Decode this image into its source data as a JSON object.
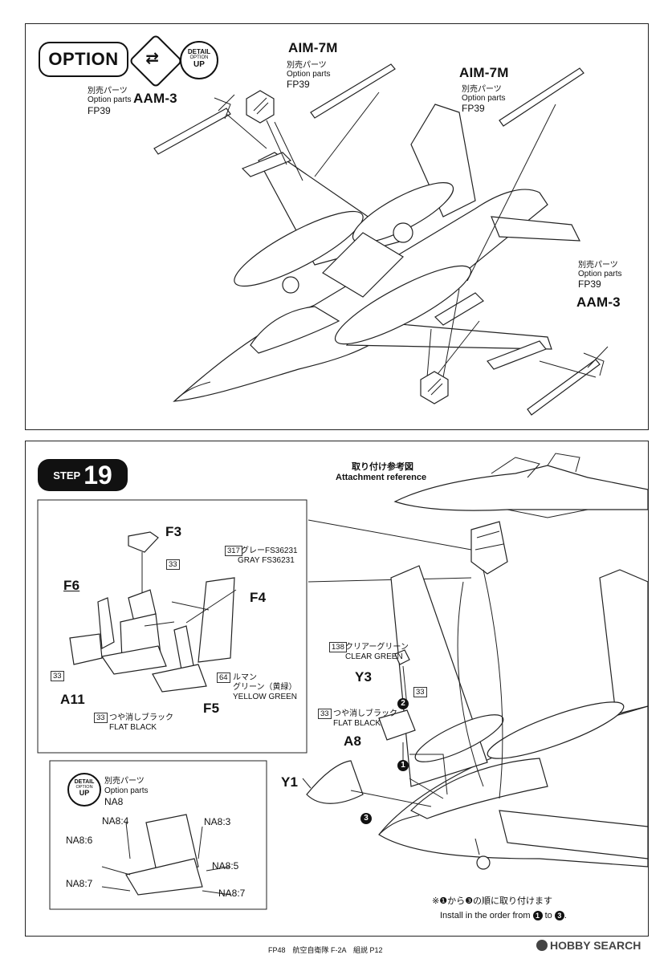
{
  "option_section": {
    "title": "OPTION",
    "detail_up_badge": {
      "top": "DETAIL",
      "mid": "OPTION",
      "bottom": "UP"
    },
    "callouts": [
      {
        "name": "AIM-7M",
        "jp": "別売パーツ",
        "en": "Option parts",
        "code": "FP39"
      },
      {
        "name": "AIM-7M",
        "jp": "別売パーツ",
        "en": "Option parts",
        "code": "FP39"
      },
      {
        "name": "AAM-3",
        "jp": "別売パーツ",
        "en": "Option parts",
        "code": "FP39"
      },
      {
        "name": "AAM-3",
        "jp": "別売パーツ",
        "en": "Option parts",
        "code": "FP39"
      }
    ]
  },
  "step_section": {
    "step_label": "STEP",
    "step_number": "19",
    "reference_jp": "取り付け参考図",
    "reference_en": "Attachment reference",
    "parts": {
      "f3": "F3",
      "f6": "F6",
      "f4": "F4",
      "f5": "F5",
      "a11": "A11",
      "y3": "Y3",
      "a8": "A8",
      "y1": "Y1"
    },
    "paints": {
      "gray_num": "317",
      "gray_jp": "グレーFS36231",
      "gray_en": "GRAY FS36231",
      "yg_num": "64",
      "yg_jp1": "ルマン",
      "yg_jp2": "グリーン（黄緑）",
      "yg_en": "YELLOW GREEN",
      "fb_num": "33",
      "fb_jp": "つや消しブラック",
      "fb_en": "FLAT BLACK",
      "clear_num": "138",
      "clear_jp": "クリアーグリーン",
      "clear_en": "CLEAR GREEN",
      "n33": "33"
    },
    "na8_box": {
      "badge_top": "DETAIL",
      "badge_mid": "OPTION",
      "badge_bottom": "UP",
      "jp": "別売パーツ",
      "en": "Option parts",
      "code": "NA8",
      "items": [
        "NA8:4",
        "NA8:3",
        "NA8:6",
        "NA8:5",
        "NA8:7",
        "NA8:7"
      ]
    },
    "order_markers": [
      "1",
      "2",
      "3"
    ],
    "install_note_jp": "※❶から❸の順に取り付けます",
    "install_note_en_prefix": "Install in the order from",
    "install_note_en_to": "to"
  },
  "footer": {
    "text": "FP48　航空自衛隊 F-2A　組説 P12",
    "watermark": "HOBBY SEARCH"
  }
}
